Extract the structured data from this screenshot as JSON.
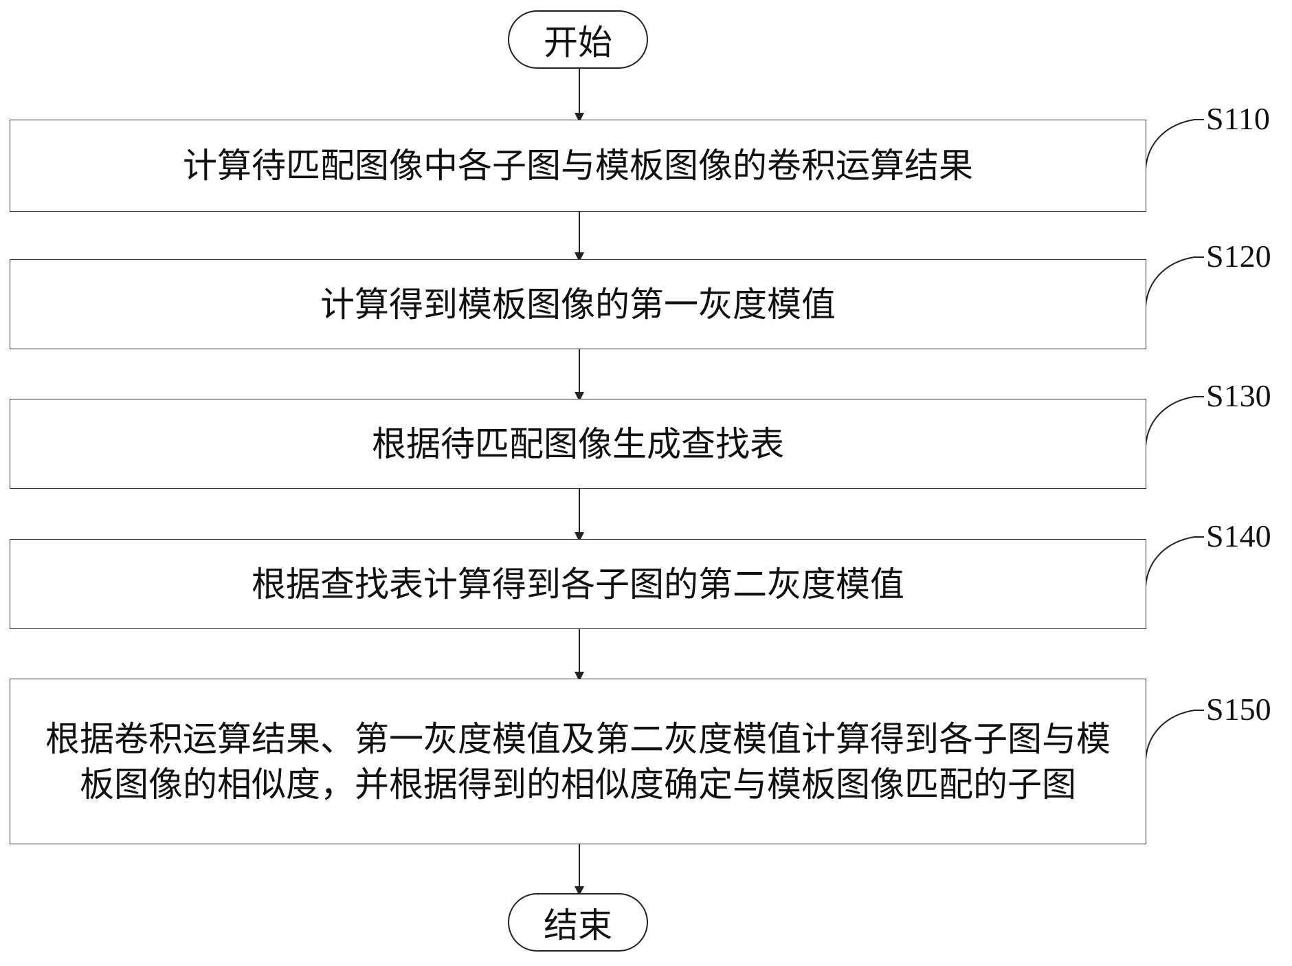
{
  "diagram": {
    "start": "开始",
    "end": "结束",
    "steps": [
      {
        "id": "S110",
        "text": "计算待匹配图像中各子图与模板图像的卷积运算结果"
      },
      {
        "id": "S120",
        "text": "计算得到模板图像的第一灰度模值"
      },
      {
        "id": "S130",
        "text": "根据待匹配图像生成查找表"
      },
      {
        "id": "S140",
        "text": "根据查找表计算得到各子图的第二灰度模值"
      },
      {
        "id": "S150",
        "text": "根据卷积运算结果、第一灰度模值及第二灰度模值计算得到各子图与模板图像的相似度，并根据得到的相似度确定与模板图像匹配的子图"
      }
    ]
  }
}
